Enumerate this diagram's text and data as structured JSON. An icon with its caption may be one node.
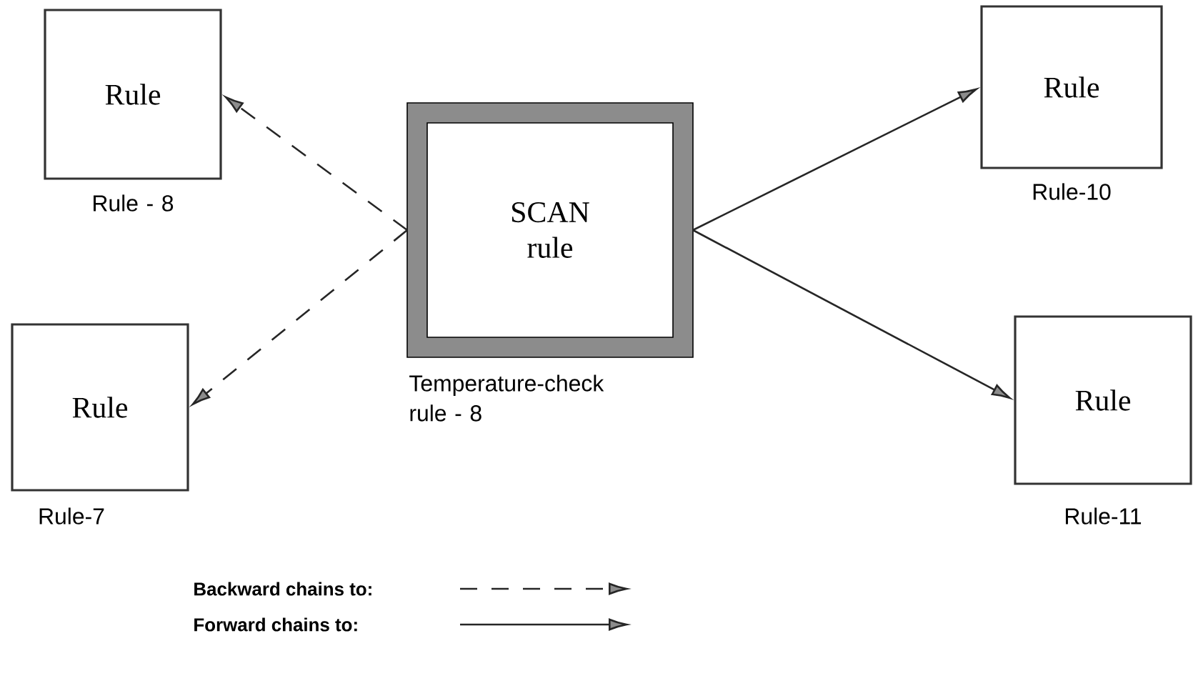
{
  "diagram": {
    "nodes": [
      {
        "text": [
          "Rule"
        ],
        "beside": [
          "Rule - 8"
        ]
      },
      {
        "text": [
          "Rule"
        ],
        "beside": [
          "Rule-7"
        ]
      },
      {
        "text": [
          "SCAN rule"
        ],
        "beside": [
          "Temperature-check rule - 8"
        ]
      },
      {
        "text": [
          "Rule"
        ],
        "beside": [
          "Rule-10"
        ]
      },
      {
        "text": [
          "Rule"
        ],
        "beside": [
          "Rule-11"
        ]
      }
    ],
    "edges": [
      {
        "from": 2,
        "to": 0,
        "arrow": "to",
        "style": "dashed"
      },
      {
        "from": 2,
        "to": 1,
        "arrow": "to",
        "style": "dashed"
      },
      {
        "from": 2,
        "to": 3,
        "arrow": "to"
      },
      {
        "from": 2,
        "to": 4,
        "arrow": "to"
      }
    ],
    "legend": [
      {
        "text": "Backward chains to:"
      },
      {
        "text": "Forward chains to:"
      }
    ]
  }
}
